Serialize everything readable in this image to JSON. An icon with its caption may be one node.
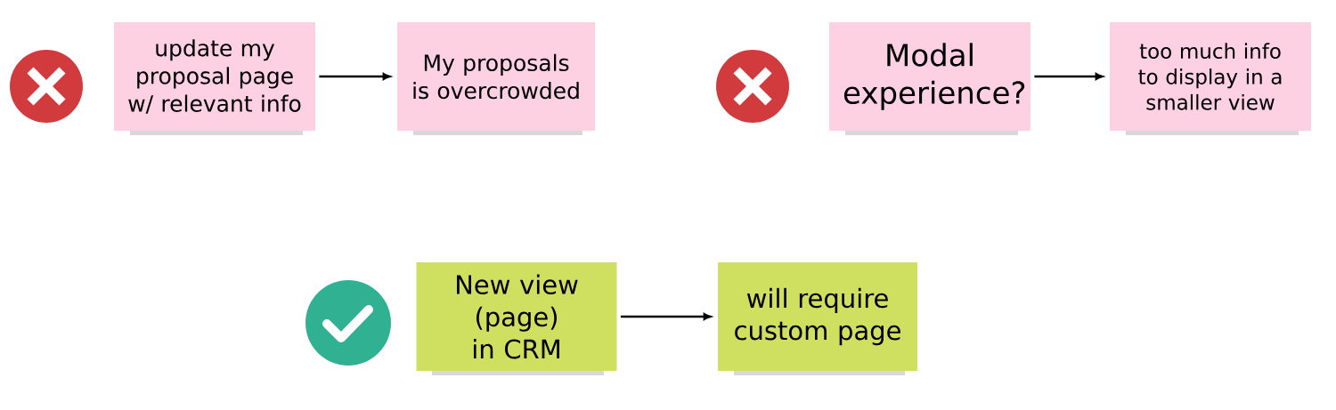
{
  "diagram": {
    "nodes": [
      {
        "text": [
          "update my proposal page w/ relevant info"
        ]
      },
      {
        "text": [
          "My proposals is overcrowded"
        ]
      },
      {
        "text": [
          "Modal experience?"
        ]
      },
      {
        "text": [
          "too much info to display in a smaller view"
        ]
      },
      {
        "text": [
          "New view (page) in CRM"
        ]
      },
      {
        "text": [
          "will require custom page"
        ]
      }
    ],
    "edges": [
      {
        "from": 0,
        "to": 1,
        "arrow": "to"
      },
      {
        "from": 2,
        "to": 3,
        "arrow": "to"
      },
      {
        "from": 4,
        "to": 5,
        "arrow": "to"
      }
    ]
  }
}
